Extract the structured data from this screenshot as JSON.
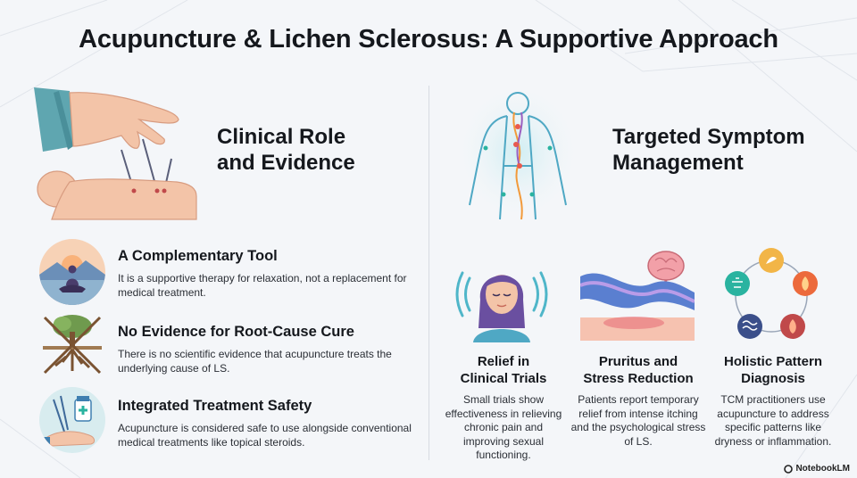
{
  "title": "Acupuncture & Lichen Sclerosus: A Supportive Approach",
  "left_section": {
    "heading_line1": "Clinical Role",
    "heading_line2": "and Evidence",
    "items": [
      {
        "title": "A Complementary Tool",
        "text": "It is a supportive therapy for relaxation, not a replacement for medical treatment.",
        "icon": "meditation-icon"
      },
      {
        "title": "No Evidence for Root-Cause Cure",
        "text": "There is no scientific evidence that acupuncture treats the underlying cause of LS.",
        "icon": "crossed-root-icon"
      },
      {
        "title": "Integrated Treatment Safety",
        "text": "Acupuncture is considered safe to use alongside conventional medical treatments like topical steroids.",
        "icon": "needles-and-medicine-icon"
      }
    ]
  },
  "right_section": {
    "heading_line1": "Targeted Symptom",
    "heading_line2": "Management",
    "columns": [
      {
        "title_line1": "Relief in",
        "title_line2": "Clinical Trials",
        "text": "Small trials show effectiveness in relieving chronic pain and improving sexual functioning.",
        "icon": "relieved-woman-icon"
      },
      {
        "title_line1": "Pruritus and",
        "title_line2": "Stress Reduction",
        "text": "Patients report temporary relief from intense itching and the psychological stress of LS.",
        "icon": "brain-skin-wave-icon"
      },
      {
        "title_line1": "Holistic Pattern",
        "title_line2": "Diagnosis",
        "text": "TCM practitioners use acupuncture to address specific patterns like dryness or inflammation.",
        "icon": "five-elements-icon"
      }
    ]
  },
  "brand": "NotebookLM",
  "colors": {
    "background": "#f4f6f9",
    "heading": "#15181d",
    "skin": "#f3c4a8",
    "accent_teal": "#4fb6c9",
    "accent_purple": "#6a4fa0"
  }
}
